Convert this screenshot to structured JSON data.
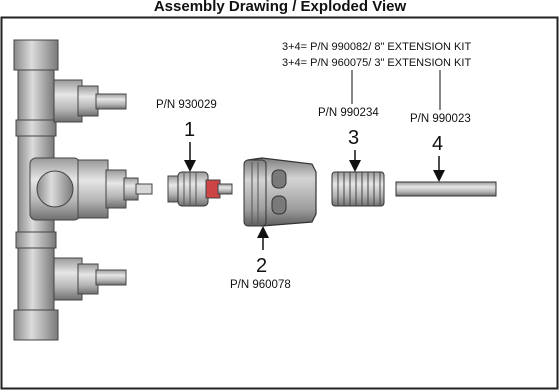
{
  "header": {
    "title_fragment": "Assembly Drawing / Exploded View"
  },
  "kits": {
    "kit_8in": "3+4= P/N 990082/ 8\" EXTENSION KIT",
    "kit_3in": "3+4= P/N 960075/ 3\" EXTENSION KIT"
  },
  "parts": [
    {
      "number": "1",
      "pn": "P/N 930029"
    },
    {
      "number": "2",
      "pn": "P/N 960078"
    },
    {
      "number": "3",
      "pn": "P/N 990234"
    },
    {
      "number": "4",
      "pn": "P/N 990023"
    }
  ]
}
